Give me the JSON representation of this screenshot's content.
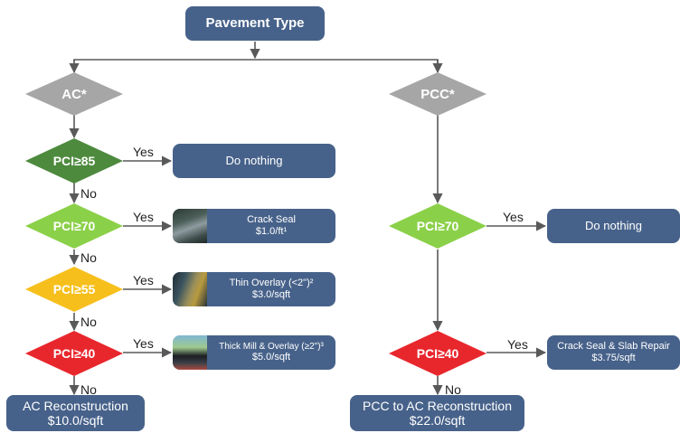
{
  "root": {
    "label": "Pavement Type"
  },
  "branches": {
    "ac": {
      "label": "AC*"
    },
    "pcc": {
      "label": "PCC*"
    }
  },
  "ac_checks": [
    {
      "condition": "PCI≥85",
      "yes": "Yes",
      "no": "No",
      "action_title": "Do nothing",
      "action_cost": ""
    },
    {
      "condition": "PCI≥70",
      "yes": "Yes",
      "no": "No",
      "action_title": "Crack Seal",
      "action_cost": "$1.0/ft¹"
    },
    {
      "condition": "PCI≥55",
      "yes": "Yes",
      "no": "No",
      "action_title": "Thin Overlay (<2\")²",
      "action_cost": "$3.0/sqft"
    },
    {
      "condition": "PCI≥40",
      "yes": "Yes",
      "no": "No",
      "action_title": "Thick Mill & Overlay (≥2\")³",
      "action_cost": "$5.0/sqft"
    }
  ],
  "ac_final": {
    "title": "AC Reconstruction",
    "cost": "$10.0/sqft"
  },
  "pcc_checks": [
    {
      "condition": "PCI≥70",
      "yes": "Yes",
      "action_title": "Do nothing",
      "action_cost": ""
    },
    {
      "condition": "PCI≥40",
      "yes": "Yes",
      "no": "No",
      "action_title": "Crack Seal & Slab Repair",
      "action_cost": "$3.75/sqft"
    }
  ],
  "pcc_final": {
    "title": "PCC to AC Reconstruction",
    "cost": "$22.0/sqft"
  },
  "colors": {
    "box": "#47628a",
    "branch_diamond": "#a6a6a6",
    "pci85": "#4e8a3e",
    "pci70": "#8bd049",
    "pci55": "#f6bf1b",
    "pci40": "#e8272d",
    "line": "#595959"
  }
}
